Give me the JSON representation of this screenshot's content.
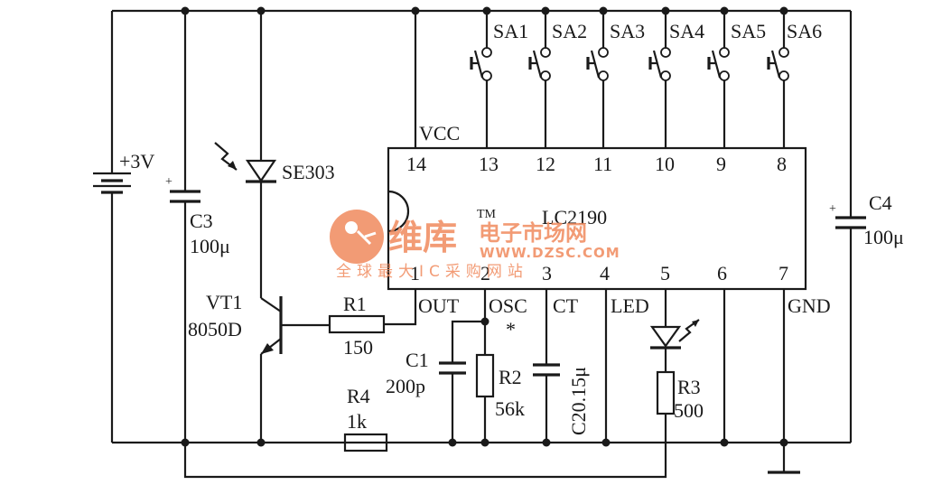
{
  "supply": {
    "battery": "+3V"
  },
  "c3": {
    "name": "C3",
    "value": "100μ"
  },
  "c4": {
    "name": "C4",
    "value": "100μ"
  },
  "photodiode": {
    "name": "SE303"
  },
  "transistor": {
    "name": "VT1",
    "part": "8050D"
  },
  "r1": {
    "name": "R1",
    "value": "150"
  },
  "r2": {
    "name": "R2",
    "value": "56k",
    "mark": "*"
  },
  "r3": {
    "name": "R3",
    "value": "500"
  },
  "r4": {
    "name": "R4",
    "value": "1k"
  },
  "c1": {
    "name": "C1",
    "value": "200p"
  },
  "c2": {
    "value": "C20.15μ"
  },
  "ic": {
    "name": "LC2190",
    "vcc": "VCC",
    "pins_top": [
      "14",
      "13",
      "12",
      "11",
      "10",
      "9",
      "8"
    ],
    "pins_bottom": [
      "1",
      "2",
      "3",
      "4",
      "5",
      "6",
      "7"
    ],
    "labels": {
      "out": "OUT",
      "osc": "OSC",
      "ct": "CT",
      "led": "LED",
      "gnd": "GND"
    }
  },
  "switches": [
    "SA1",
    "SA2",
    "SA3",
    "SA4",
    "SA5",
    "SA6"
  ],
  "watermark": {
    "brand": "维库",
    "title": "电子市场网",
    "tm": "TM",
    "url": "WWW.DZSC.COM",
    "subtitle": "全球最大IC采购网站"
  }
}
